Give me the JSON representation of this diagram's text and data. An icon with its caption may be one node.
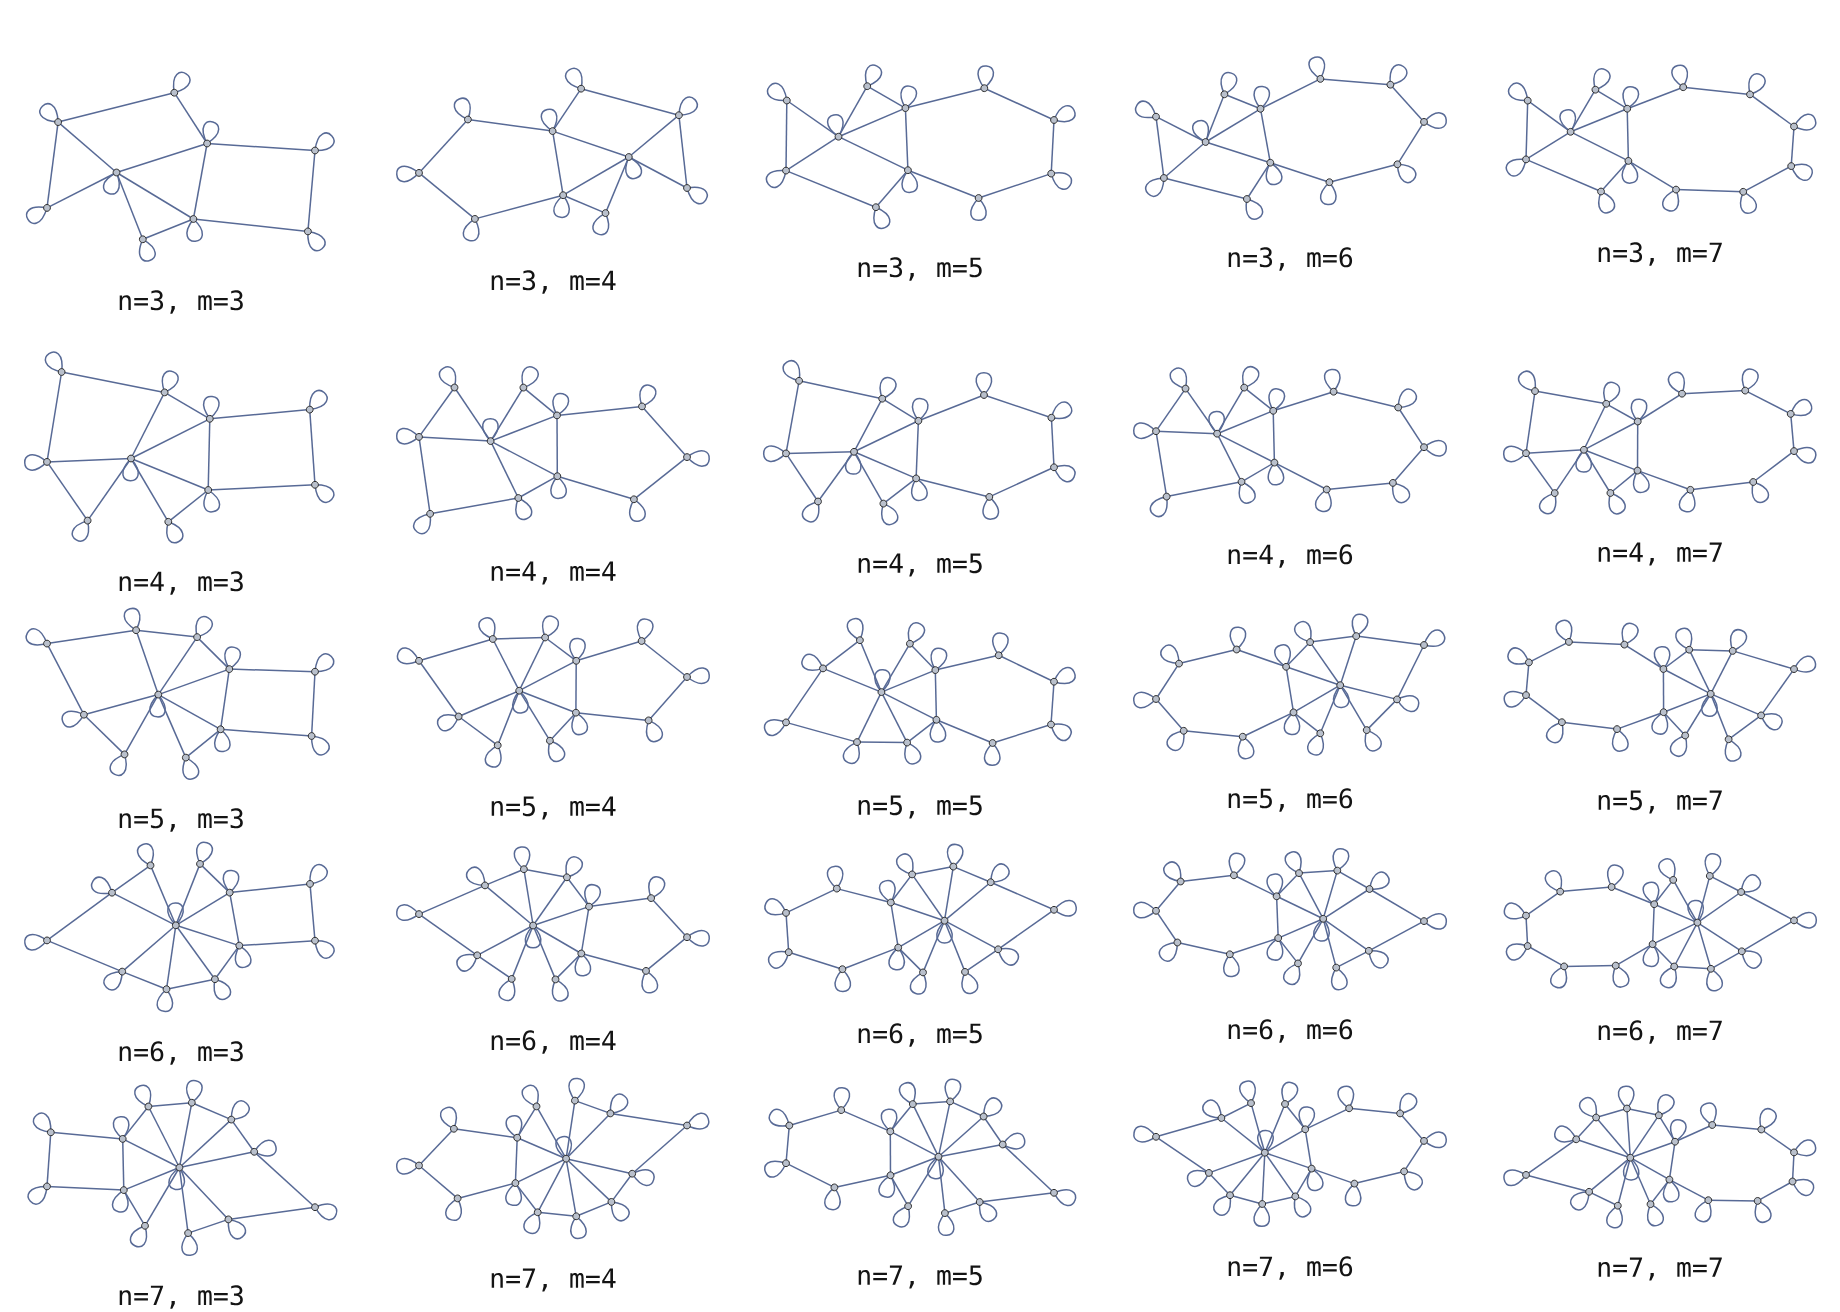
{
  "diagram": {
    "labels": [
      "n=3, m=3",
      "n=3, m=4",
      "n=3, m=5",
      "n=3, m=6",
      "n=3, m=7",
      "n=4, m=3",
      "n=4, m=4",
      "n=4, m=5",
      "n=4, m=6",
      "n=4, m=7",
      "n=5, m=3",
      "n=5, m=4",
      "n=5, m=5",
      "n=5, m=6",
      "n=5, m=7",
      "n=6, m=3",
      "n=6, m=4",
      "n=6, m=5",
      "n=6, m=6",
      "n=6, m=7",
      "n=7, m=3",
      "n=7, m=4",
      "n=7, m=5",
      "n=7, m=6",
      "n=7, m=7"
    ]
  }
}
